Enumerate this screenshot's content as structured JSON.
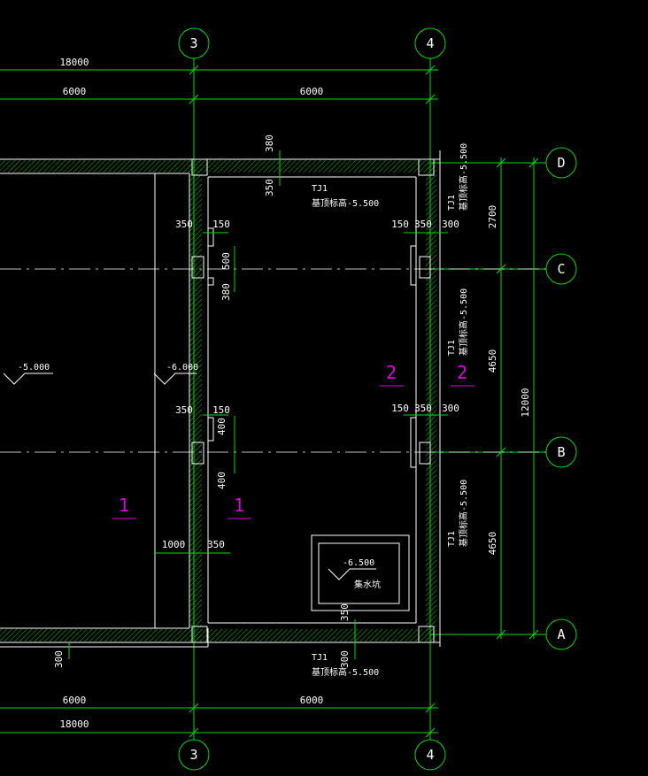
{
  "axes": {
    "top_3": "3",
    "top_4": "4",
    "bottom_3": "3",
    "bottom_4": "4",
    "right_D": "D",
    "right_C": "C",
    "right_B": "B",
    "right_A": "A"
  },
  "dims": {
    "top_total": "18000",
    "top_left": "6000",
    "top_right": "6000",
    "bottom_left": "6000",
    "bottom_right": "6000",
    "bottom_total": "18000",
    "right_2700": "2700",
    "right_4650a": "4650",
    "right_4650b": "4650",
    "right_12000": "12000",
    "top_wall_380": "380",
    "top_wall_350": "350",
    "c_left_350": "350",
    "c_left_150": "150",
    "c_500": "500",
    "c_380": "380",
    "c_right_150": "150",
    "c_right_350": "350",
    "c_right_300": "300",
    "b_left_350": "350",
    "b_left_150": "150",
    "b_400a": "400",
    "b_400b": "400",
    "b_right_150": "150",
    "b_right_350": "350",
    "b_right_300": "300",
    "dim_1000": "1000",
    "dim_350": "350",
    "bottom_wall_350": "350",
    "bottom_wall_300": "300",
    "left_300": "300"
  },
  "labels": {
    "tj1_top_a": "TJ1",
    "tj1_top_b": "基顶标高-5.500",
    "tj1_bot_a": "TJ1",
    "tj1_bot_b": "基顶标高-5.500",
    "tj1_r1_a": "TJ1",
    "tj1_r1_b": "基顶标高-5.500",
    "tj1_r2_a": "TJ1",
    "tj1_r2_b": "基顶标高-5.500",
    "tj1_r3_a": "TJ1",
    "tj1_r3_b": "基顶标高-5.500",
    "elev_m5": "-5.000",
    "elev_m6": "-6.000",
    "elev_m65": "-6.500",
    "pit": "集水坑"
  },
  "rooms": {
    "r1a": "1",
    "r1b": "1",
    "r2a": "2",
    "r2b": "2"
  },
  "colors": {
    "axis": "#00dd00",
    "line": "#ffffff",
    "room": "#e000e0",
    "background": "#000000"
  }
}
